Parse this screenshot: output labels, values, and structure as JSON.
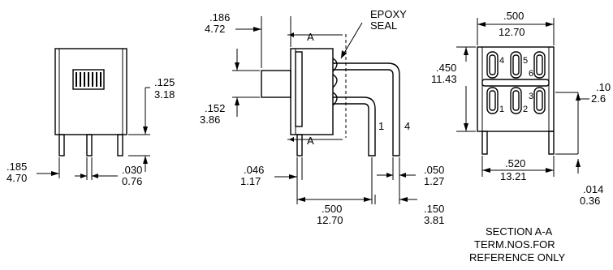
{
  "dims": {
    "left_h_in": ".125",
    "left_h_mm": "3.18",
    "left_w_in": ".185",
    "left_w_mm": "4.70",
    "left_pin_in": ".030",
    "left_pin_mm": "0.76",
    "mid_top_in": ".186",
    "mid_top_mm": "4.72",
    "mid_side_in": ".152",
    "mid_side_mm": "3.86",
    "mid_pin_in": ".046",
    "mid_pin_mm": "1.17",
    "mid_span_in": ".500",
    "mid_span_mm": "12.70",
    "mid_lead_in": ".050",
    "mid_lead_mm": "1.27",
    "mid_offset_in": ".150",
    "mid_offset_mm": "3.81",
    "right_w_in": ".500",
    "right_w_mm": "12.70",
    "right_h_in": ".450",
    "right_h_mm": "11.43",
    "right_side_in": ".10",
    "right_side_mm": "2.6",
    "right_base_in": ".520",
    "right_base_mm": "13.21",
    "right_foot_in": ".014",
    "right_foot_mm": "0.36"
  },
  "labels": {
    "epoxy": "EPOXY",
    "seal": "SEAL",
    "section_a": "A",
    "term_1": "1",
    "term_4": "4"
  },
  "section_terms": [
    "4",
    "5",
    "6",
    "1",
    "2",
    "3"
  ],
  "note": {
    "line1": "SECTION A-A",
    "line2": "TERM.NOS.FOR",
    "line3": "REFERENCE ONLY"
  }
}
